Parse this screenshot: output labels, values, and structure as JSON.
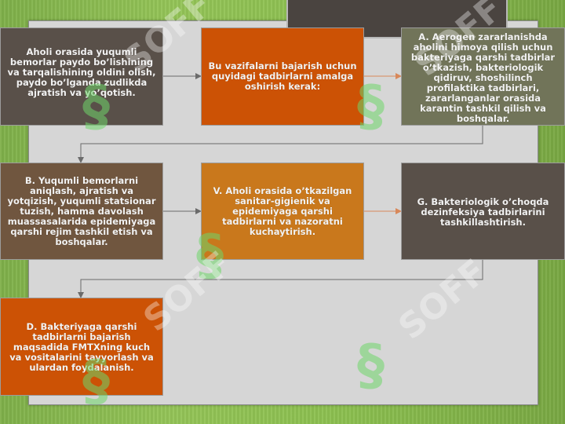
{
  "diagram": {
    "boxes": [
      {
        "id": "box-1",
        "text": "Aholi orasida yuqumli bemorlar paydo bo’lishining va tarqalishining oldini olish, paydo bo’lganda zudlikda ajratish va yo’qotish."
      },
      {
        "id": "box-2",
        "text": "Bu vazifalarni bajarish uchun quyidagi tadbirlarni amalga oshirish kerak:"
      },
      {
        "id": "box-3",
        "text": "A. Aerogen zararlanishda aholini himoya qilish uchun bakteriyaga qarshi tadbirlar o’tkazish, bakteriologik qidiruv, shoshilinch profilaktika tadbirlari, zararlanganlar orasida karantin tashkil qilish va boshqalar."
      },
      {
        "id": "box-4",
        "text": "B. Yuqumli bemorlarni aniqlash, ajratish va yotqizish, yuqumli statsionar tuzish, hamma davolash muassasalarida epidemiyaga qarshi rejim tashkil etish va boshqalar."
      },
      {
        "id": "box-5",
        "text": "V. Aholi orasida o’tkazilgan sanitar-gigienik va epidemiyaga qarshi tadbirlarni va nazoratni kuchaytirish."
      },
      {
        "id": "box-6",
        "text": "G. Bakteriologik o’choqda dezinfeksiya tadbirlarini tashkillashtirish."
      },
      {
        "id": "box-7",
        "text": "D. Bakteriyaga qarshi tadbirlarni bajarish maqsadida FMTXning kuch va vositalarini tayyorlash va ulardan foydalanish."
      }
    ],
    "watermark": "SOFF",
    "colors": {
      "background_green": "#8cc050",
      "panel": "#d6d6d6",
      "dark": "#595049",
      "brown": "#70563f",
      "orange": "#cc5205",
      "amber": "#c9781c",
      "olive": "#717459",
      "connector": "#6b6b6b",
      "connector_accent": "#d8885a"
    }
  }
}
